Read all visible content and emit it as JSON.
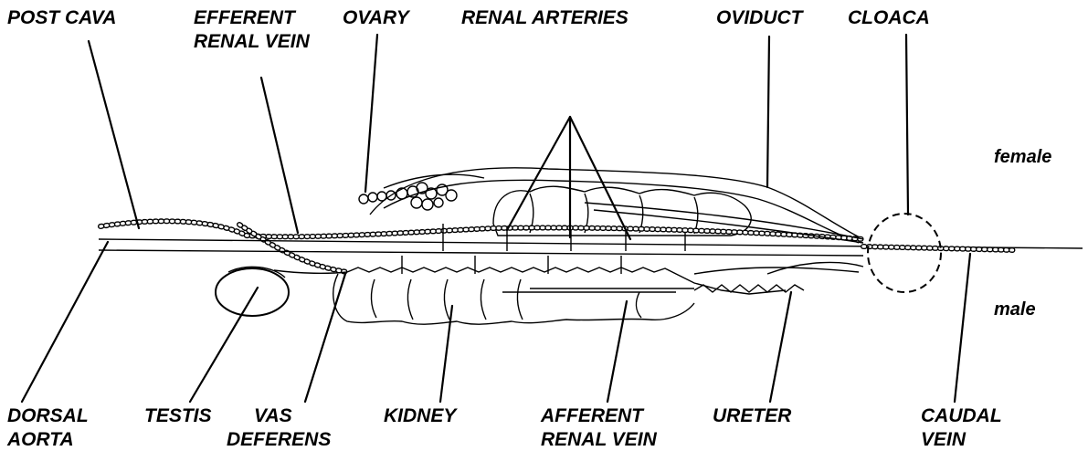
{
  "labels": {
    "post_cava": "POST CAVA",
    "efferent_renal_vein_1": "EFFERENT",
    "efferent_renal_vein_2": "RENAL VEIN",
    "ovary": "OVARY",
    "renal_arteries": "RENAL ARTERIES",
    "oviduct": "OVIDUCT",
    "cloaca": "CLOACA",
    "female": "female",
    "male": "male",
    "dorsal_aorta_1": "DORSAL",
    "dorsal_aorta_2": "AORTA",
    "testis": "TESTIS",
    "vas_deferens_1": "VAS",
    "vas_deferens_2": "DEFERENS",
    "kidney": "KIDNEY",
    "afferent_renal_vein_1": "AFFERENT",
    "afferent_renal_vein_2": "RENAL VEIN",
    "ureter": "URETER",
    "caudal_vein_1": "CAUDAL",
    "caudal_vein_2": "VEIN"
  }
}
